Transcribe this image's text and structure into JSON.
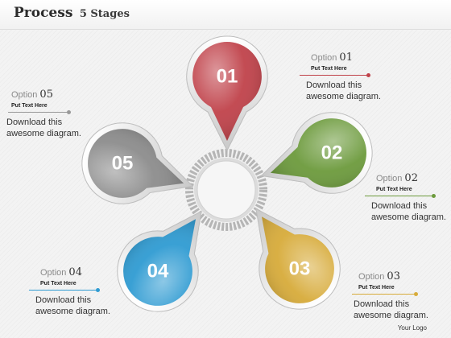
{
  "header": {
    "title": "Process",
    "subtitle": "5 Stages"
  },
  "stages": [
    {
      "num": "01",
      "option_word": "Option",
      "option_num": "01",
      "subtitle": "Put Text Here",
      "body": "Download this awesome diagram.",
      "color": "#c0424a",
      "rule_color": "#c0424a"
    },
    {
      "num": "02",
      "option_word": "Option",
      "option_num": "02",
      "subtitle": "Put Text Here",
      "body": "Download this awesome diagram.",
      "color": "#6c9a3c",
      "rule_color": "#6c9a3c"
    },
    {
      "num": "03",
      "option_word": "Option",
      "option_num": "03",
      "subtitle": "Put Text Here",
      "body": "Download this awesome diagram.",
      "color": "#d7ab3a",
      "rule_color": "#d7ab3a"
    },
    {
      "num": "04",
      "option_word": "Option",
      "option_num": "04",
      "subtitle": "Put Text Here",
      "body": "Download this awesome diagram.",
      "color": "#2f9bd2",
      "rule_color": "#2f9bd2"
    },
    {
      "num": "05",
      "option_word": "Option",
      "option_num": "05",
      "subtitle": "Put Text Here",
      "body": "Download this awesome diagram.",
      "color": "#8c8c8c",
      "rule_color": "#999999"
    }
  ],
  "footer": {
    "logo_text": "Your Logo"
  }
}
